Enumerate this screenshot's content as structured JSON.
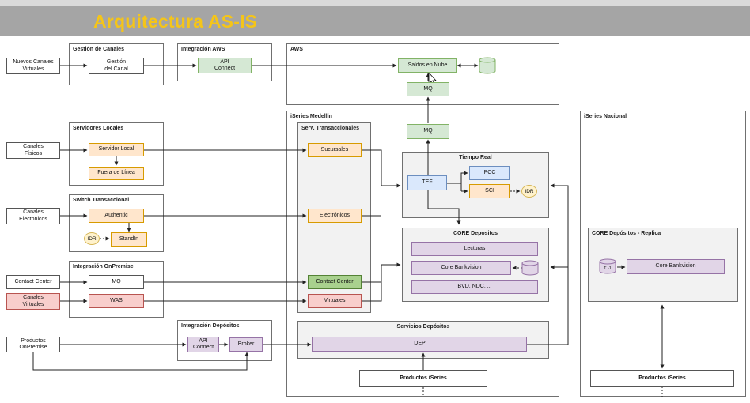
{
  "title": "Arquitectura AS-IS",
  "groups": {
    "gestion_canales": "Gestión de Canales",
    "integracion_aws": "Integración AWS",
    "aws": "AWS",
    "servidores_locales": "Servidores Locales",
    "switch_transaccional": "Switch Transaccional",
    "integracion_onpremise": "Integración OnPremise",
    "integracion_depositos": "Integración Depósitos",
    "iseries_medellin": "iSeries Medellin",
    "serv_transaccionales": "Serv. Transaccionales",
    "tiempo_real": "Tiempo Real",
    "core_depositos": "CORE Depositos",
    "servicios_depositos": "Servicios Depósitos",
    "iseries_nacional": "iSeries Nacional",
    "core_replica": "CORE Depósitos - Replica"
  },
  "nodes": {
    "nuevos_canales": "Nuevos Canales\nVirtuales",
    "gestion_canal": "Gestión\ndel Canal",
    "api_connect_aws": "API\nConnect",
    "saldos_nube": "Saldos en Nube",
    "mq_aws": "MQ",
    "canales_fisicos": "Canales\nFísicos",
    "servidor_local": "Servidor Local",
    "fuera_linea": "Fuera de Línea",
    "canales_electronicos": "Canales\nElectonicos",
    "authentic": "Authentic",
    "idr_switch": "IDR",
    "standin": "StandIn",
    "contact_center_src": "Contact Center",
    "mq_onpremise": "MQ",
    "canales_virtuales": "Canales\nVirtuales",
    "was": "WAS",
    "productos_onpremise": "Productos\nOnPremise",
    "api_connect_dep": "API\nConnect",
    "broker": "Broker",
    "mq_medellin": "MQ",
    "sucursales": "Sucursales",
    "electronicos": "Electrónicos",
    "contact_center": "Contact Center",
    "virtuales": "Virtuales",
    "tef": "TEF",
    "pcc": "PCC",
    "sci": "SCI",
    "idr_tr": "IDR",
    "lecturas": "Lecturas",
    "core_bankvision": "Core Bankvision",
    "bvd": "BVD, NDC, ...",
    "dep": "DEP",
    "productos_iseries_med": "Productos iSeries",
    "t1": "T -1",
    "core_bankvision_replica": "Core Bankvision",
    "productos_iseries_nac": "Productos iSeries"
  },
  "colors": {
    "title": "#f5c518",
    "green": "#d5e8d4",
    "orange": "#ffe6cc",
    "blue": "#dae8fc",
    "purple": "#e1d5e7",
    "red": "#f8cecc"
  }
}
